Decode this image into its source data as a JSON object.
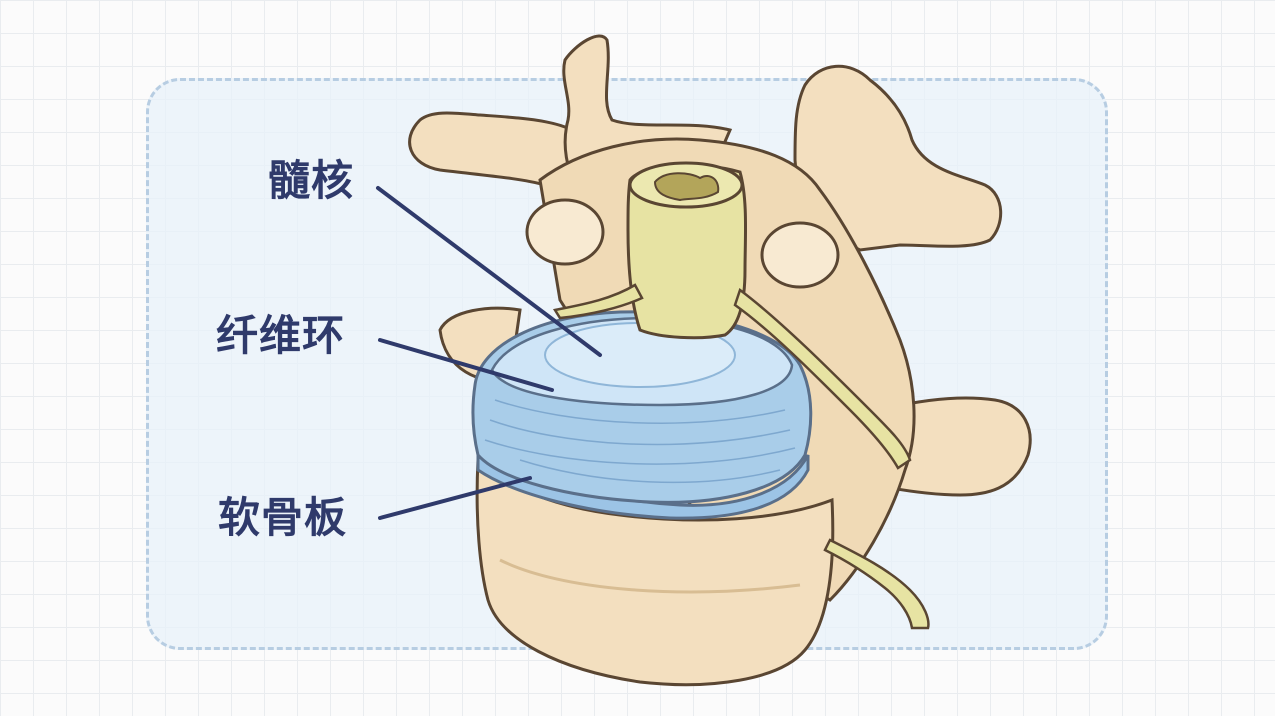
{
  "labels": {
    "nucleus": "髓核",
    "annulus": "纤维环",
    "endplate": "软骨板"
  },
  "colors": {
    "background": "#fbfbfb",
    "grid": "#e9ecef",
    "panel_border": "#b7cde2",
    "panel_fill": "#e8f1fa",
    "label_text": "#2f3a6b",
    "leader_line": "#2f3a6b",
    "bone": "#f3dfbf",
    "bone_shadow": "#e4c59c",
    "outline": "#5a4632",
    "spinal_cord": "#e7e3a3",
    "disc_blue": "#a9cde9",
    "disc_light": "#cfe5f7",
    "endplate_blue": "#9cc4e6"
  }
}
